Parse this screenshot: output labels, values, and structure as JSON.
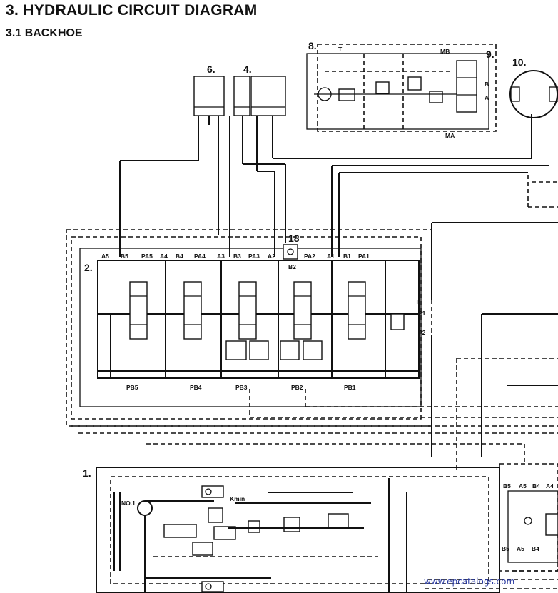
{
  "header": {
    "title": "3.  HYDRAULIC CIRCUIT DIAGRAM",
    "subtitle": "3.1  BACKHOE"
  },
  "components": {
    "n1": "1.",
    "n2": "2.",
    "n4": "4.",
    "n6": "6.",
    "n8": "8.",
    "n9": "9.",
    "n10": "10.",
    "n18": "18"
  },
  "valve_ports_top": [
    "A5",
    "B5",
    "PA5",
    "A4",
    "B4",
    "PA4",
    "A3",
    "B3",
    "PA3",
    "A2",
    "PA2",
    "A1",
    "B1",
    "PA1"
  ],
  "valve_ports_bottom": [
    "PB5",
    "PB4",
    "PB3",
    "PB2",
    "PB1"
  ],
  "misc_labels": {
    "b2": "B2",
    "t": "T",
    "p1": "P1",
    "p2": "P2",
    "mb": "MB",
    "ma": "MA",
    "swing_t": "T",
    "b": "B",
    "a": "A",
    "no1": "NO.1",
    "kmin": "Kmin"
  },
  "right_block_labels": {
    "top": [
      "B5",
      "A5",
      "B4",
      "A4"
    ],
    "bottom": [
      "B5",
      "A5",
      "B4"
    ]
  },
  "watermark": "www.epcatalogs.com"
}
